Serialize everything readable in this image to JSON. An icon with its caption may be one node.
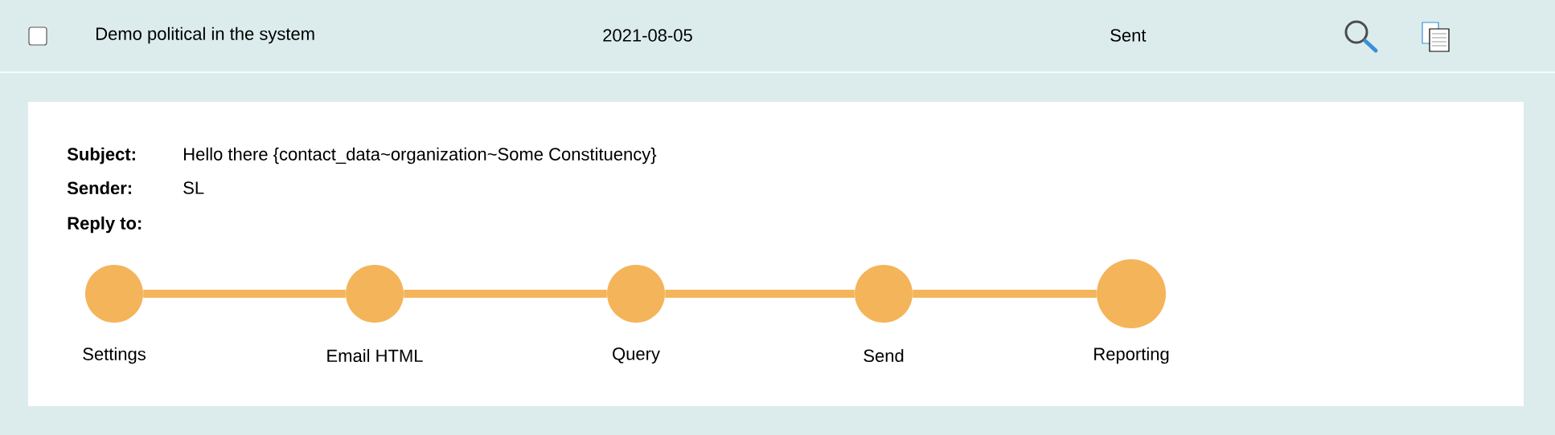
{
  "diagram": {
    "nodes": [
      {
        "text": [
          "Settings"
        ]
      },
      {
        "text": [
          "Email HTML"
        ]
      },
      {
        "text": [
          "Query"
        ]
      },
      {
        "text": [
          "Send"
        ]
      },
      {
        "text": [
          "Reporting"
        ]
      }
    ],
    "edges": [
      {
        "from": 0,
        "to": 1,
        "arrow": "none"
      },
      {
        "from": 1,
        "to": 2,
        "arrow": "none"
      },
      {
        "from": 2,
        "to": 3,
        "arrow": "none"
      },
      {
        "from": 3,
        "to": 4,
        "arrow": "none"
      }
    ],
    "labels": [
      "Demo political in the system",
      "2021-08-05",
      "Sent",
      "Subject:",
      "Hello there {contact_data~organization~Some Constituency}",
      "Sender:",
      "SL",
      "Reply to:"
    ]
  }
}
